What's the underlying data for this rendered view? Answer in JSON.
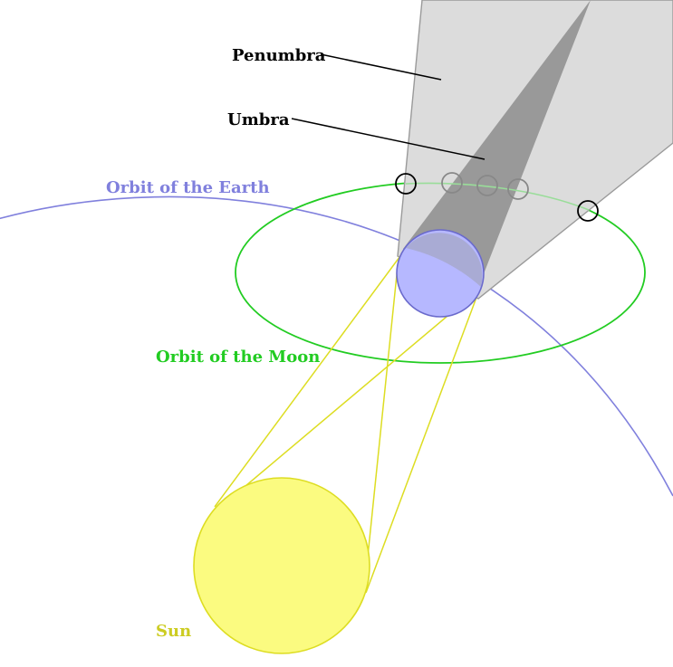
{
  "labels": {
    "penumbra": "Penumbra",
    "umbra": "Umbra",
    "orbit_earth": "Orbit of the Earth",
    "orbit_moon": "Orbit of the Moon",
    "sun": "Sun"
  },
  "colors": {
    "background": "#ffffff",
    "penumbra_fill": "#dcdcdc",
    "umbra_fill": "#999999",
    "shadow_edge": "#9a9a9a",
    "earth_fill": "#b6b8ff",
    "earth_stroke": "#6a6acc",
    "earth_orbit": "#8080dd",
    "moon_orbit": "#22cc22",
    "moon_orbit_in_shadow": "#99dd99",
    "sun_fill": "#fbfb80",
    "sun_stroke": "#dddd22",
    "sun_rays": "#dddd22",
    "moon_in_light": "#000000",
    "moon_in_shadow": "#888888",
    "leader_line": "#000000",
    "label_dark": "#000000",
    "label_earth": "#8080dd",
    "label_moon": "#22cc22",
    "label_sun": "#cccc22"
  }
}
